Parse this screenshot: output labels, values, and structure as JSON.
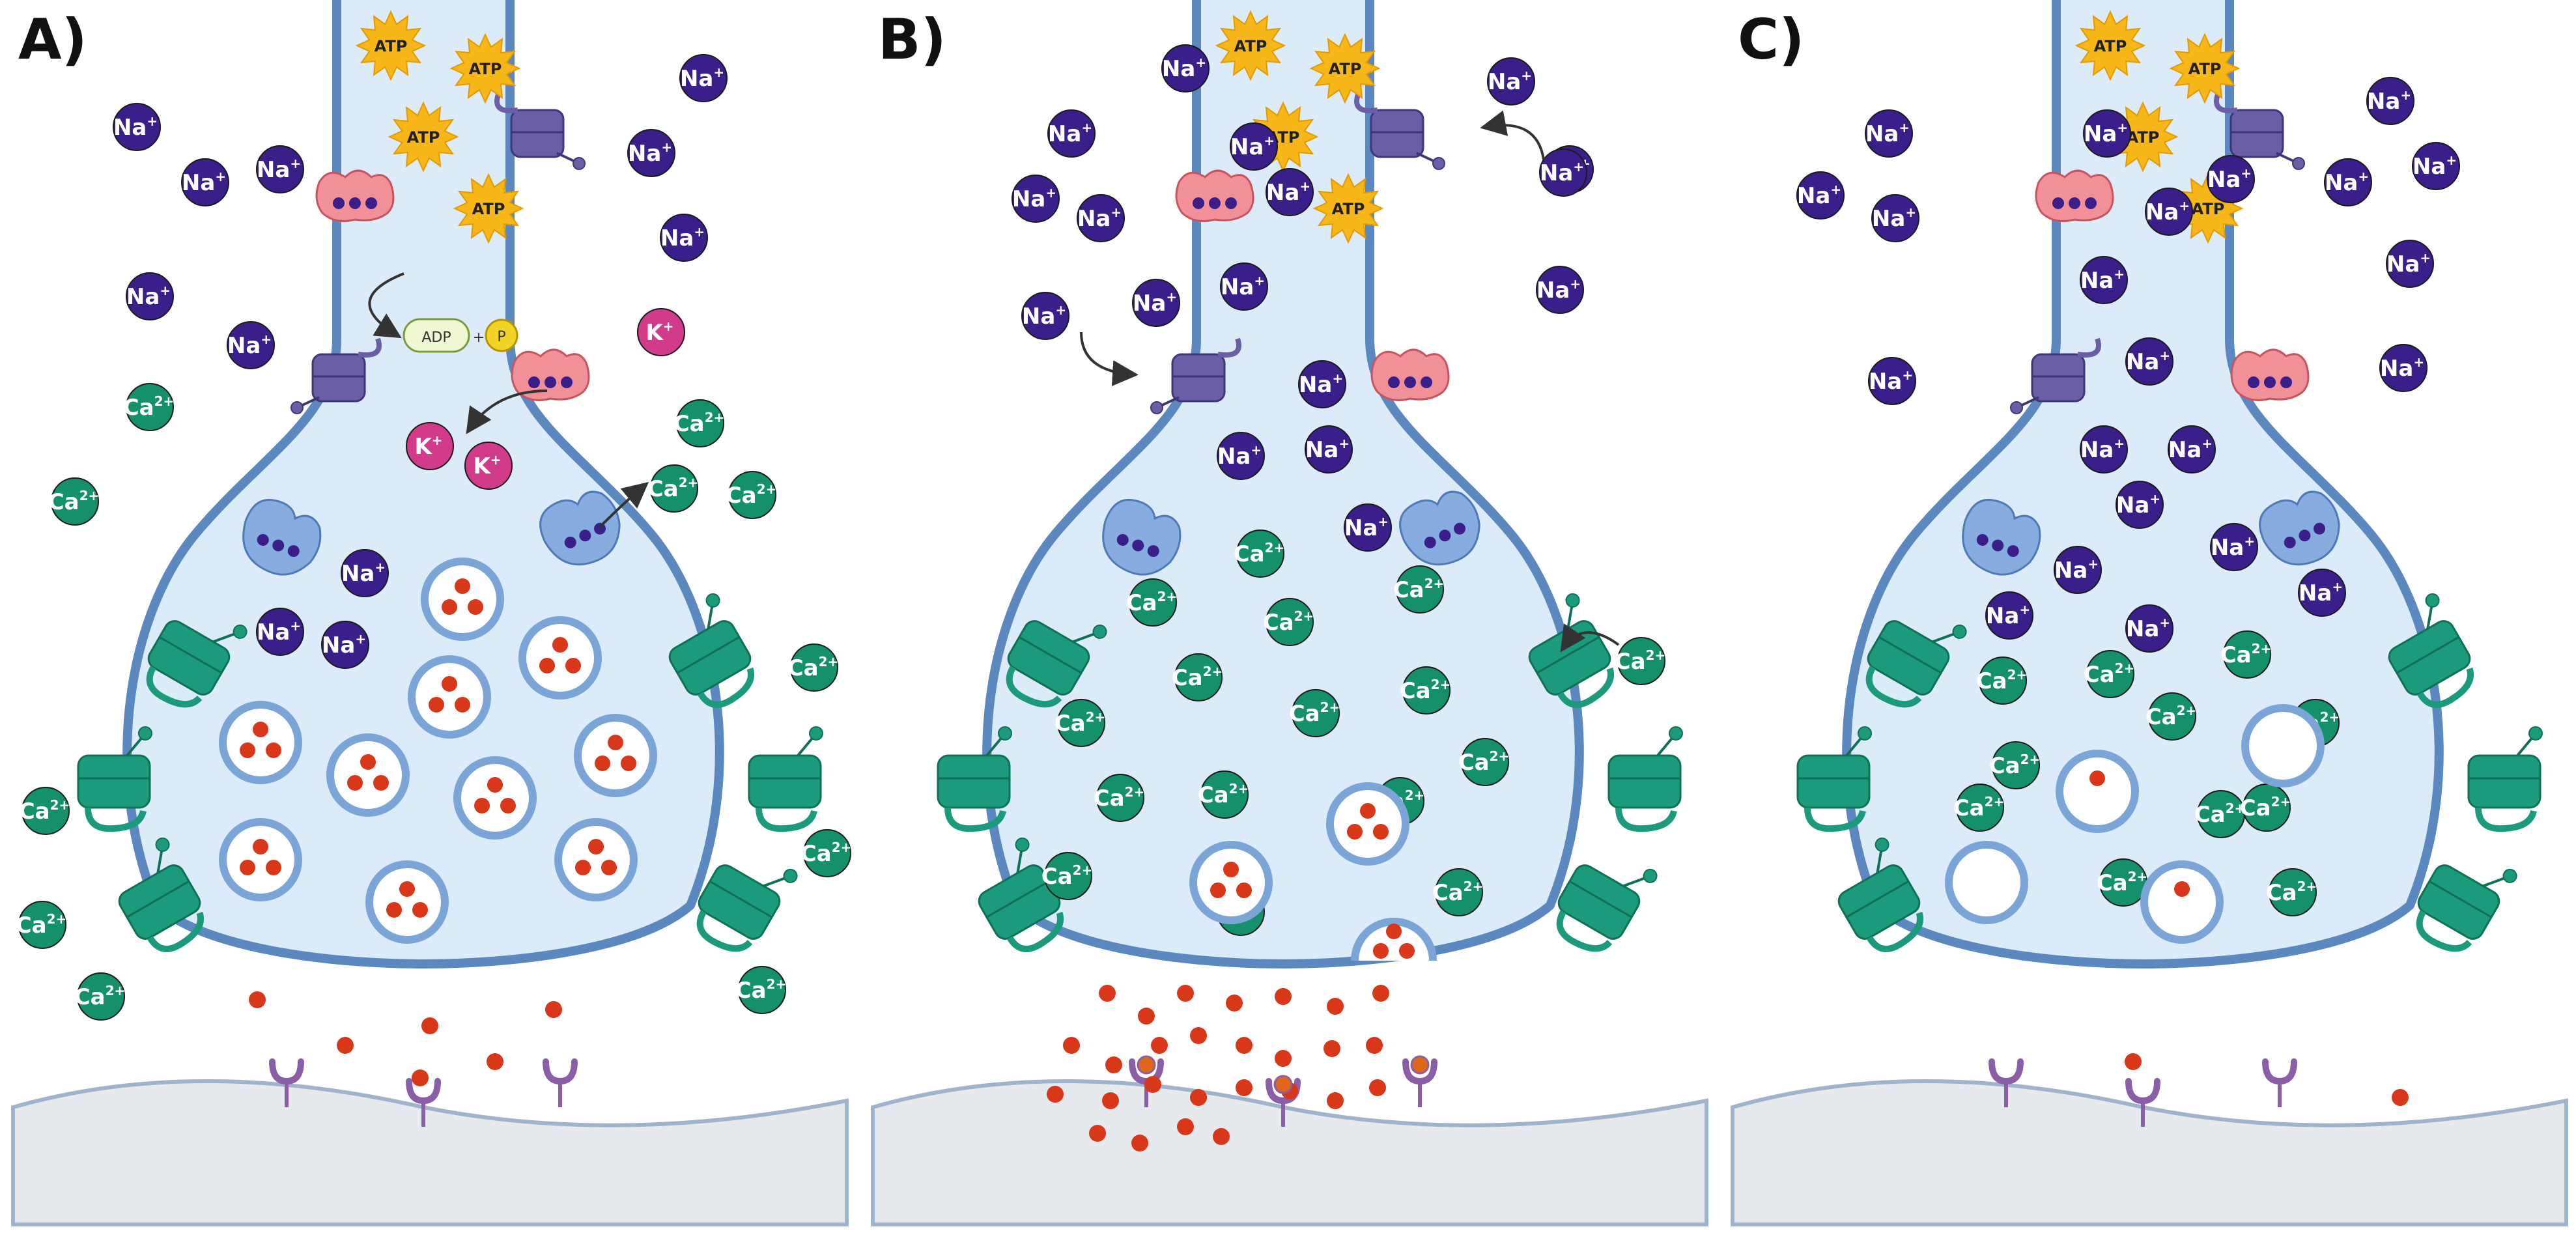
{
  "panels": [
    {
      "label": "A)"
    },
    {
      "label": "B)"
    },
    {
      "label": "C)"
    }
  ],
  "ions": {
    "sodium": {
      "base": "Na",
      "charge": "+",
      "color": "#3a1f8a"
    },
    "calcium": {
      "base": "Ca",
      "charge": "2+",
      "color": "#14906a"
    },
    "potassium": {
      "base": "K",
      "charge": "+",
      "color": "#d23a8a"
    }
  },
  "molecules": {
    "atp": "ATP",
    "adp": "ADP",
    "phosphate": "P",
    "plus": "+"
  },
  "colors": {
    "terminal_fill": "#dcebf9",
    "membrane": "#5b88bf",
    "postsynaptic": "#e6e9ed",
    "vesicle": "#7aa5d6",
    "neurotransmitter": "#d9371a",
    "ca_channel": "#1c9b7c",
    "na_channel": "#6a5fa6",
    "na_k_pump": "#f19096",
    "exchanger": "#87acdf",
    "receptor": "#8b5fa8",
    "atp_burst": "#f7b718"
  }
}
